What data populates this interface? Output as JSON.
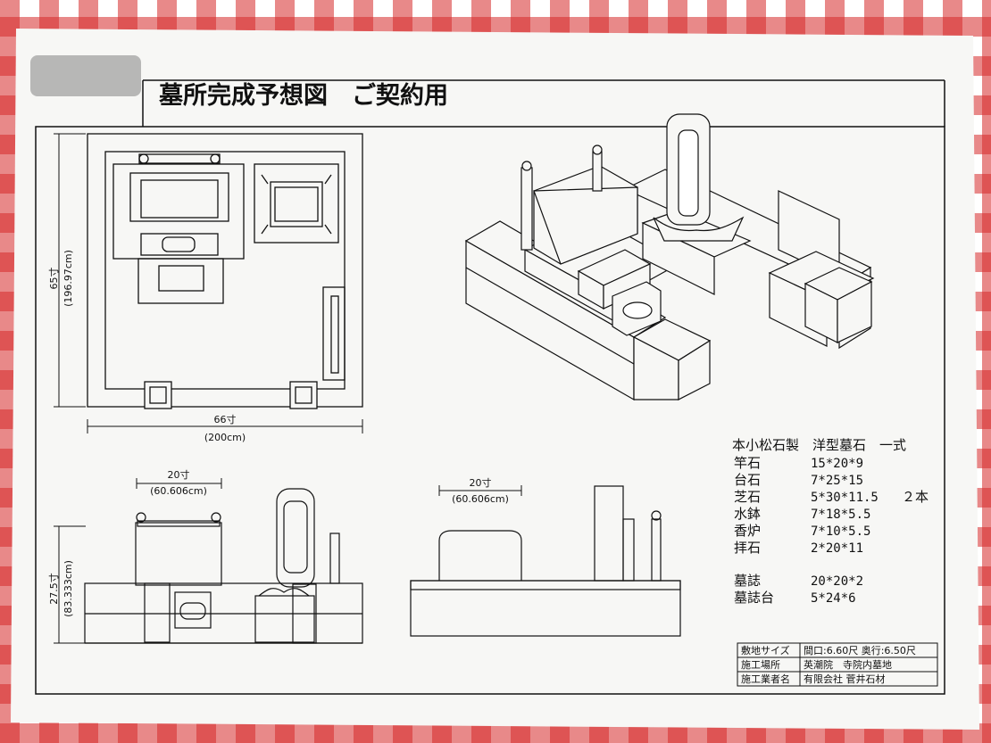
{
  "title": "墓所完成予想図　ご契約用",
  "plan": {
    "depth_sun": "65寸",
    "depth_cm": "(196.97cm)",
    "width_sun": "66寸",
    "width_cm": "(200cm)"
  },
  "front_view": {
    "width_sun": "20寸",
    "width_cm": "(60.606cm)",
    "height_sun": "27.5寸",
    "height_cm": "(83.333cm)"
  },
  "side_view": {
    "width_sun": "20寸",
    "width_cm": "(60.606cm)"
  },
  "spec": {
    "heading": "本小松石製　洋型墓石　一式",
    "items": [
      {
        "name": "竿石",
        "size": "15*20*9",
        "note": ""
      },
      {
        "name": "台石",
        "size": "7*25*15",
        "note": ""
      },
      {
        "name": "芝石",
        "size": "5*30*11.5",
        "note": "２本"
      },
      {
        "name": "水鉢",
        "size": "7*18*5.5",
        "note": ""
      },
      {
        "name": "香炉",
        "size": "7*10*5.5",
        "note": ""
      },
      {
        "name": "拝石",
        "size": "2*20*11",
        "note": ""
      },
      {
        "name": "墓誌",
        "size": "20*20*2",
        "note": ""
      },
      {
        "name": "墓誌台",
        "size": "5*24*6",
        "note": ""
      }
    ]
  },
  "info_table": [
    {
      "label": "敷地サイズ",
      "value": "間口:6.60尺  奥行:6.50尺"
    },
    {
      "label": "施工場所",
      "value": "英潮院　寺院内墓地"
    },
    {
      "label": "施工業者名",
      "value": "有限会社 菅井石材"
    }
  ],
  "colors": {
    "tablecloth": "#d62828",
    "paper": "#f7f7f5",
    "ink": "#111111"
  }
}
